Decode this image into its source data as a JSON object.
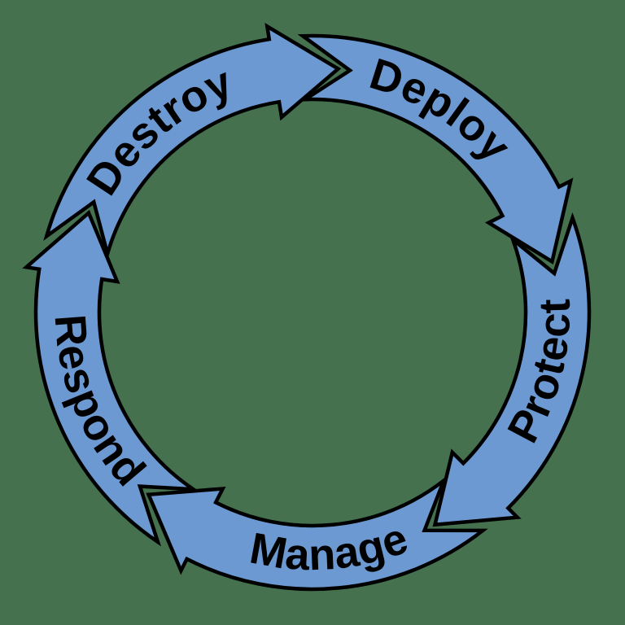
{
  "diagram": {
    "type": "cycle",
    "direction": "clockwise",
    "background_color": "#46714E",
    "arrow_fill": "#6C99D1",
    "arrow_outline": "#000000",
    "label_color": "#000000",
    "steps": [
      {
        "label": "Deploy",
        "tip_angle_deg": 78,
        "label_orientation": "cw"
      },
      {
        "label": "Protect",
        "tip_angle_deg": 150,
        "label_orientation": "ccw"
      },
      {
        "label": "Manage",
        "tip_angle_deg": 222,
        "label_orientation": "ccw"
      },
      {
        "label": "Respond",
        "tip_angle_deg": 294,
        "label_orientation": "ccw"
      },
      {
        "label": "Destroy",
        "tip_angle_deg": 366,
        "label_orientation": "cw"
      }
    ]
  }
}
